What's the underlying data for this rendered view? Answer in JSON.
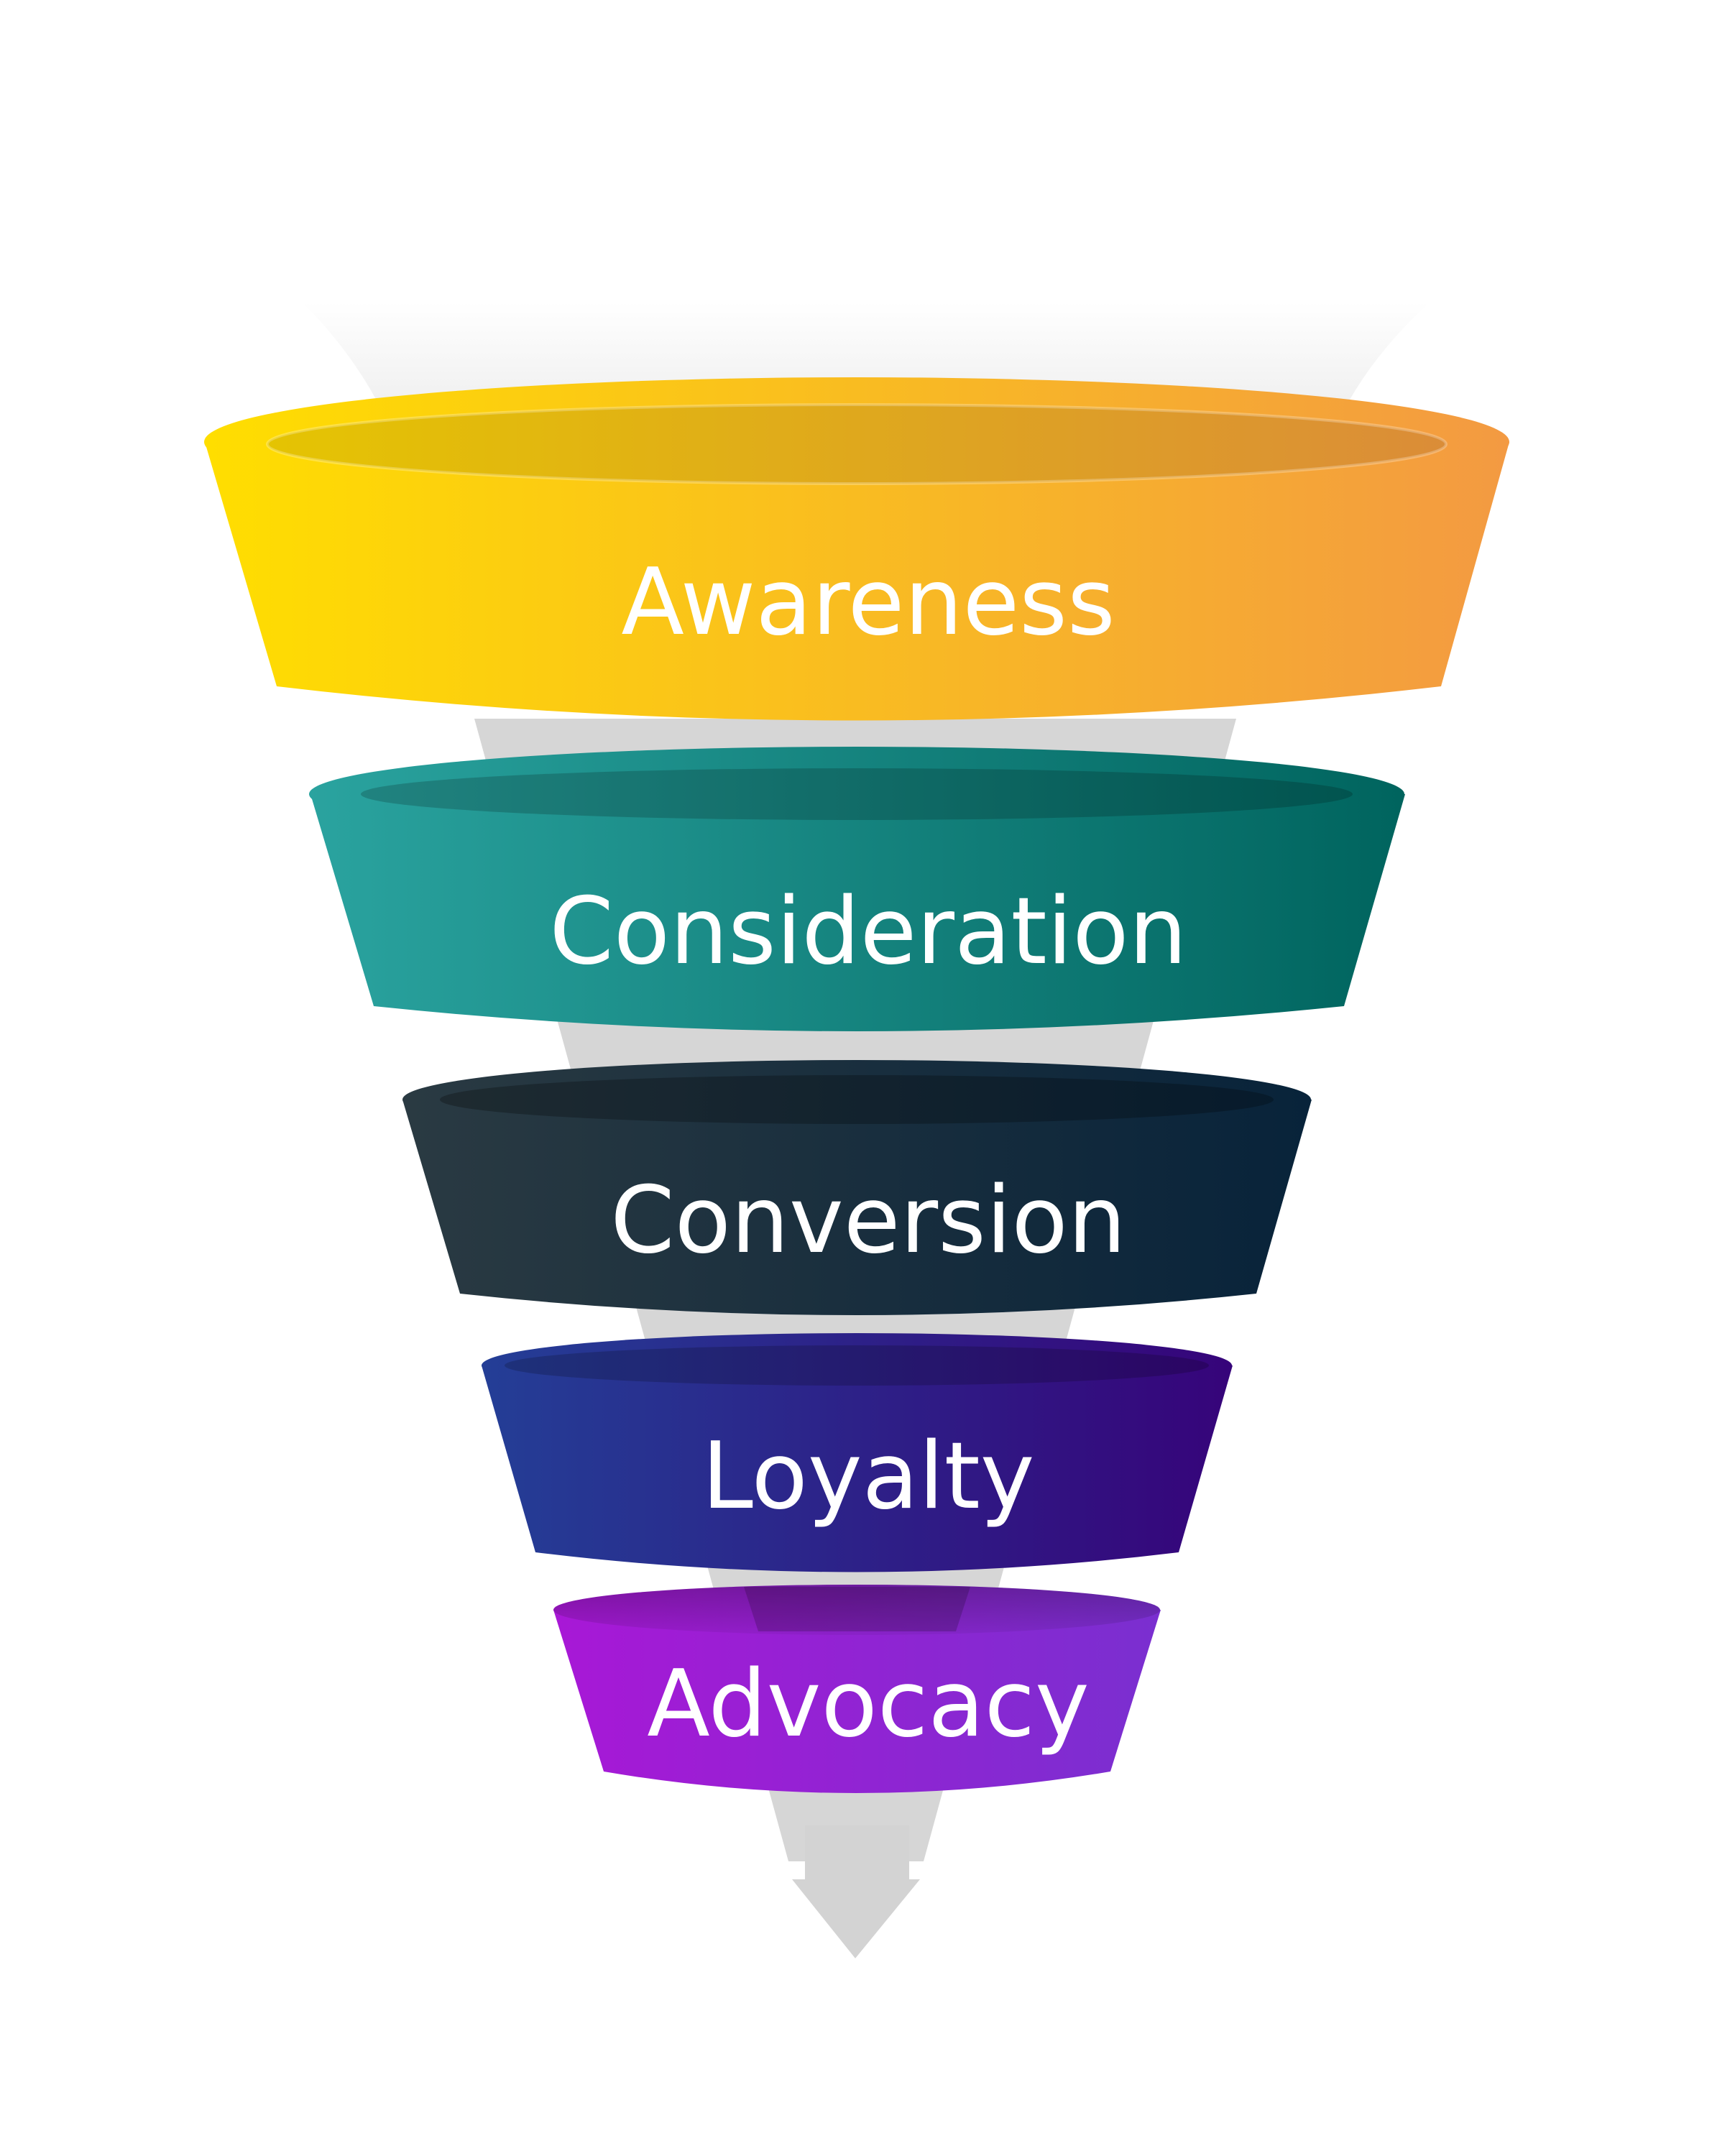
{
  "funnel": {
    "stages": [
      {
        "label": "Awareness",
        "color_left": "#FFDE00",
        "color_right": "#F39A42"
      },
      {
        "label": "Consideration",
        "color_left": "#2AA39F",
        "color_right": "#00645E"
      },
      {
        "label": "Conversion",
        "color_left": "#2A3A42",
        "color_right": "#08233A"
      },
      {
        "label": "Loyalty",
        "color_left": "#243E96",
        "color_right": "#36047A"
      },
      {
        "label": "Advocacy",
        "color_left": "#A818D6",
        "color_right": "#7A2FD0"
      }
    ],
    "arrow_color": "#D3D3D3"
  }
}
